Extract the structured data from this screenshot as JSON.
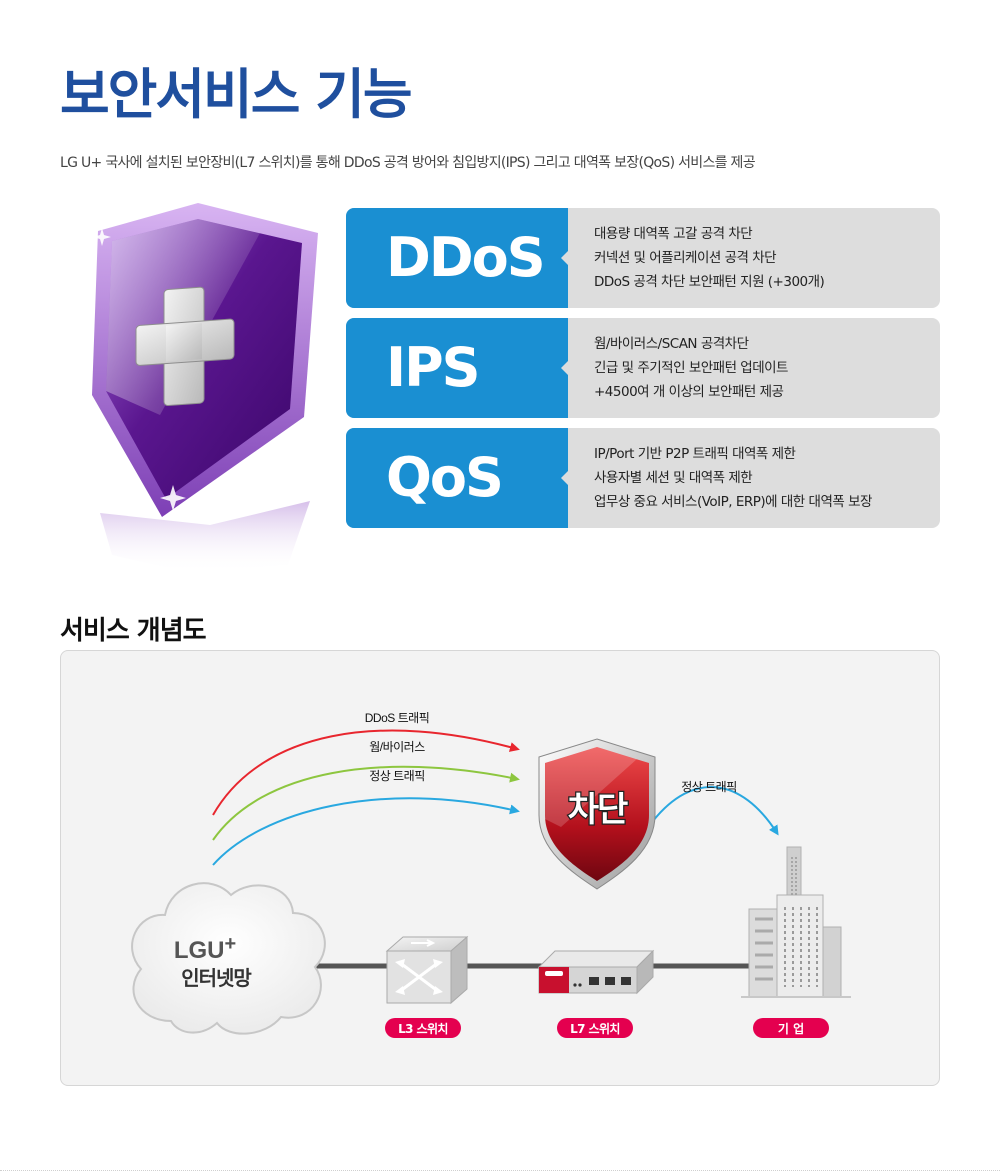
{
  "header": {
    "title": "보안서비스 기능",
    "description": "LG U+ 국사에 설치된 보안장비(L7 스위치)를 통해 DDoS 공격 방어와 침입방지(IPS) 그리고 대역폭 보장(QoS) 서비스를 제공"
  },
  "features": [
    {
      "name": "DDoS",
      "lines": [
        "대용량 대역폭 고갈 공격 차단",
        "커넥션 및 어플리케이션 공격 차단",
        "DDoS 공격 차단 보안패턴 지원 (+300개)"
      ]
    },
    {
      "name": "IPS",
      "lines": [
        "웜/바이러스/SCAN 공격차단",
        "긴급 및 주기적인 보안패턴 업데이트",
        "+4500여 개 이상의 보안패턴 제공"
      ]
    },
    {
      "name": "QoS",
      "lines": [
        "IP/Port 기반 P2P 트래픽 대역폭 제한",
        "사용자별 세션 및 대역폭 제한",
        "업무상 중요 서비스(VoIP, ERP)에 대한 대역폭 보장"
      ]
    }
  ],
  "diagram": {
    "title": "서비스 개념도",
    "traffic": {
      "ddos_label": "DDoS 트래픽",
      "worm_label": "웜/바이러스",
      "normal_label": "정상 트래픽",
      "out_label": "정상 트래픽",
      "ddos_color": "#e8262e",
      "worm_color": "#8dc63f",
      "normal_color": "#29a8e0"
    },
    "block_label": "차단",
    "cloud_brand": "LGU",
    "cloud_brand_plus": "+",
    "cloud_label": "인터넷망",
    "node_labels": {
      "l3": "L3 스위치",
      "l7": "L7 스위치",
      "corp": "기 업"
    },
    "accent_color": "#e4004f"
  },
  "icons": {
    "shield": "shield-cross-icon",
    "block": "block-shield-icon",
    "switch": "switch-icon",
    "appliance": "l7-appliance-icon",
    "building": "building-icon",
    "cloud": "cloud-icon"
  }
}
